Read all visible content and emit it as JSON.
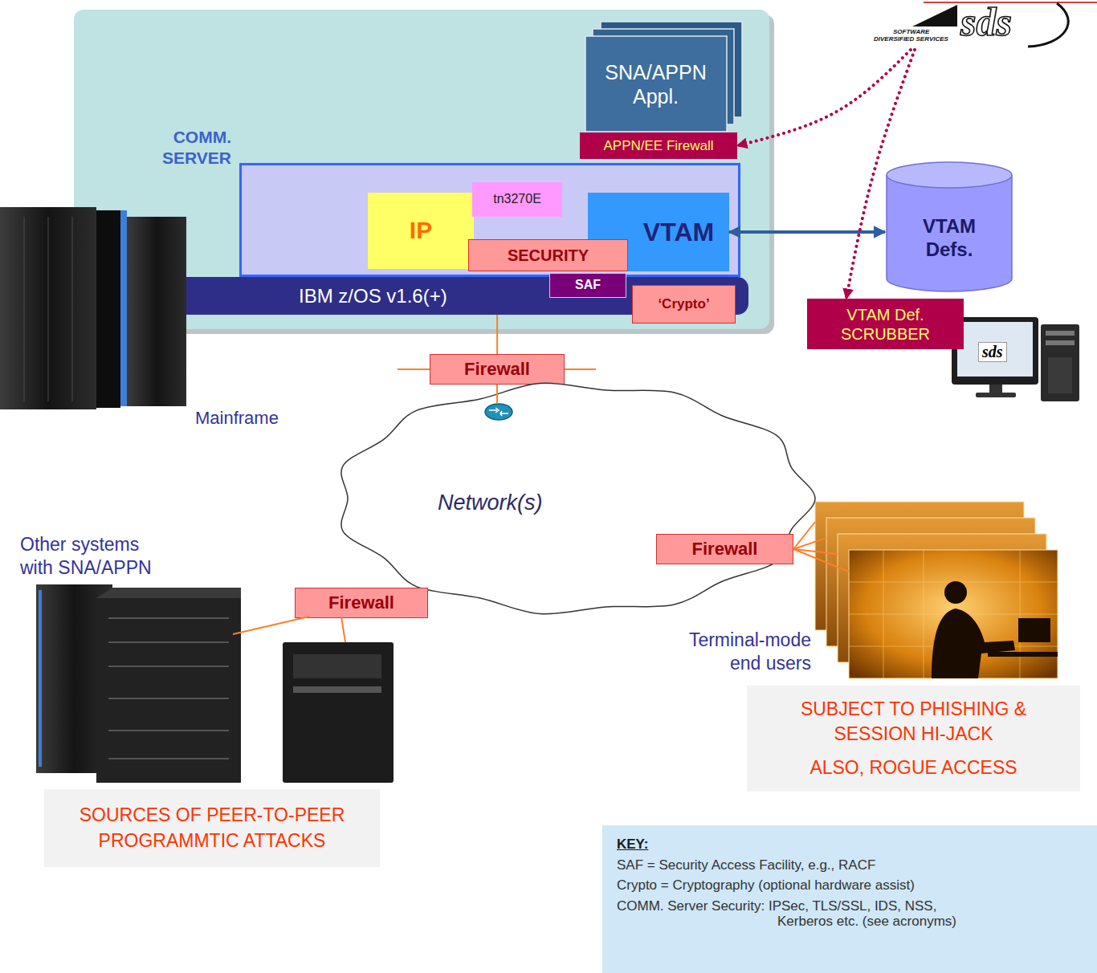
{
  "diagram": {
    "nodes": [
      {
        "text": [
          "SNA/APPN Appl."
        ]
      },
      {
        "text": [
          "sds",
          "SOFTWARE DIVERSIFIED SERVICES"
        ]
      },
      {
        "text": [
          "APPN/EE Firewall"
        ]
      },
      {
        "text": [
          "COMM. SERVER"
        ]
      },
      {
        "text": [
          "IP"
        ],
        "in": 3
      },
      {
        "text": [
          "tn3270E"
        ],
        "in": 3
      },
      {
        "text": [
          "VTAM"
        ],
        "in": 3
      },
      {
        "text": [
          "SECURITY"
        ],
        "in": 3
      },
      {
        "text": [
          "VTAM Defs."
        ]
      },
      {
        "text": [
          "IBM z/OS v1.6(+)"
        ]
      },
      {
        "text": [
          "SAF"
        ],
        "in": 9
      },
      {
        "text": [
          "‘Crypto’"
        ],
        "in": 9
      },
      {
        "text": [
          "VTAM Def. SCRUBBER"
        ]
      },
      {
        "text": [
          "Firewall"
        ]
      },
      {
        "text": [
          "Network(s)"
        ]
      },
      {
        "text": [
          "Firewall"
        ]
      },
      {
        "text": [
          "Firewall"
        ]
      },
      {
        "text": [
          "SUBJECT TO PHISHING & SESSION HI-JACK",
          "ALSO, ROGUE ACCESS"
        ]
      },
      {
        "text": [
          "SOURCES OF PEER-TO-PEER PROGRAMMTIC ATTACKS"
        ]
      },
      {
        "text": [
          "KEY:",
          "SAF = Security Access Facility, e.g., RACF",
          "Crypto = Cryptography (optional hardware assist)",
          "COMM. Server Security: IPSec, TLS/SSL, IDS, NSS, Kerberos etc. (see acronyms)"
        ]
      }
    ],
    "edges": [
      {
        "from": 6,
        "to": 8,
        "arrow": "both"
      },
      {
        "from": 1,
        "to": 2,
        "arrow": "to"
      },
      {
        "from": 1,
        "to": 12,
        "arrow": "to"
      },
      {
        "from": 9,
        "to": 13,
        "arrow": "none"
      },
      {
        "from": 13,
        "to": 14,
        "arrow": "none"
      }
    ],
    "labels": [
      "Mainframe",
      "Other systems with SNA/APPN",
      "Terminal-mode end users",
      "sds"
    ]
  }
}
